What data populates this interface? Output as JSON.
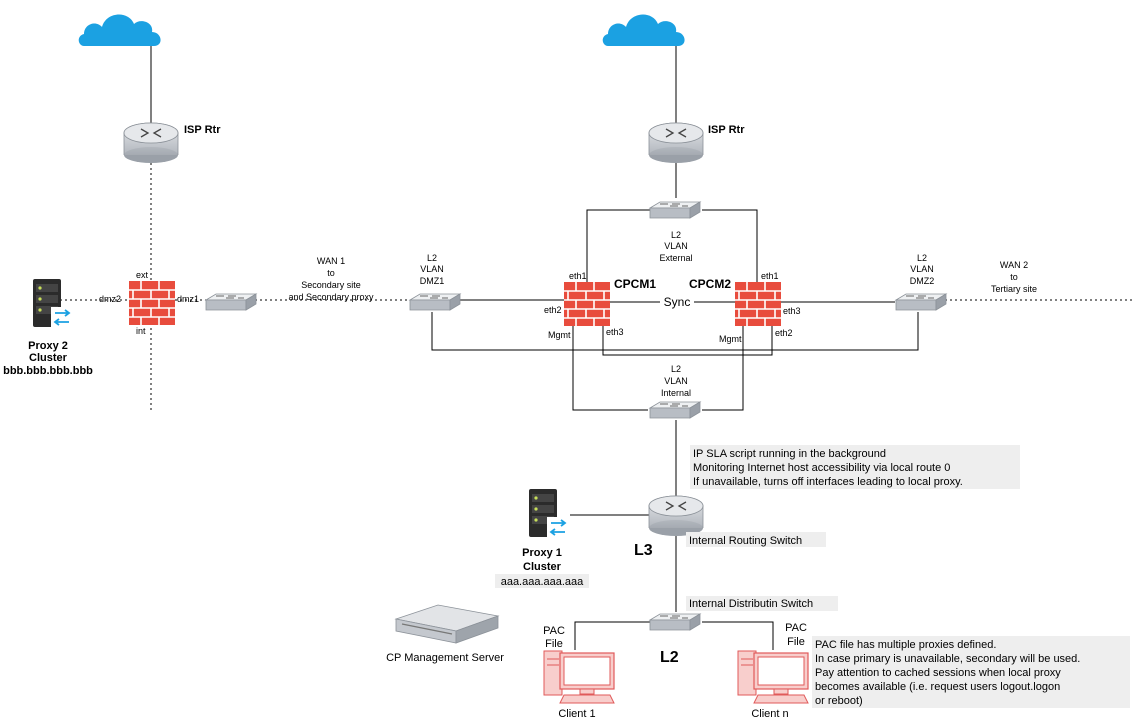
{
  "colors": {
    "cloud": "#1ba1e2",
    "firewall": "#e84c3d",
    "client": "#f8cecc",
    "client_border": "#e05a5a",
    "device_gray": "#c9cdd3",
    "label_bg": "#eeeeee"
  },
  "isp_left": "ISP Rtr",
  "isp_right": "ISP Rtr",
  "l2_external": [
    "L2",
    "VLAN",
    "External"
  ],
  "l2_internal": [
    "L2",
    "VLAN",
    "Internal"
  ],
  "l2_dmz1": [
    "L2",
    "VLAN",
    "DMZ1"
  ],
  "l2_dmz2": [
    "L2",
    "VLAN",
    "DMZ2"
  ],
  "wan1": [
    "WAN 1",
    "to",
    "Secondary site",
    "and Secondary proxy"
  ],
  "wan2": [
    "WAN 2",
    "to",
    "Tertiary site"
  ],
  "cpcm1": "CPCM1",
  "cpcm2": "CPCM2",
  "sync": "Sync",
  "ports": {
    "cp1_eth1": "eth1",
    "cp1_eth2": "eth2",
    "cp1_eth3": "eth3",
    "cp1_mgmt": "Mgmt",
    "cp2_eth1": "eth1",
    "cp2_eth2": "eth2",
    "cp2_eth3": "eth3",
    "cp2_mgmt": "Mgmt",
    "fw_ext": "ext",
    "fw_int": "int",
    "fw_dmz1": "dmz1",
    "fw_dmz2": "dmz2"
  },
  "proxy2": [
    "Proxy 2",
    "Cluster",
    "bbb.bbb.bbb.bbb"
  ],
  "proxy1": [
    "Proxy 1",
    "Cluster",
    "aaa.aaa.aaa.aaa"
  ],
  "sla_note": [
    "IP SLA script running in the background",
    "Monitoring Internet host accessibility via local route 0",
    "If unavailable, turns off interfaces leading to local proxy."
  ],
  "routing_switch": "Internal Routing Switch",
  "dist_switch": "Internal Distributin Switch",
  "l3": "L3",
  "l2": "L2",
  "mgmt_server": "CP Management Server",
  "pac_file_1": [
    "PAC",
    "File"
  ],
  "pac_file_n": [
    "PAC",
    "File"
  ],
  "client_1": "Client 1",
  "client_n": "Client n",
  "pac_note": [
    "PAC file has multiple proxies defined.",
    "In case primary is unavailable, secondary will be used.",
    "Pay attention to cached sessions when local proxy",
    "becomes available (i.e. request users logout.logon",
    "or reboot)"
  ]
}
